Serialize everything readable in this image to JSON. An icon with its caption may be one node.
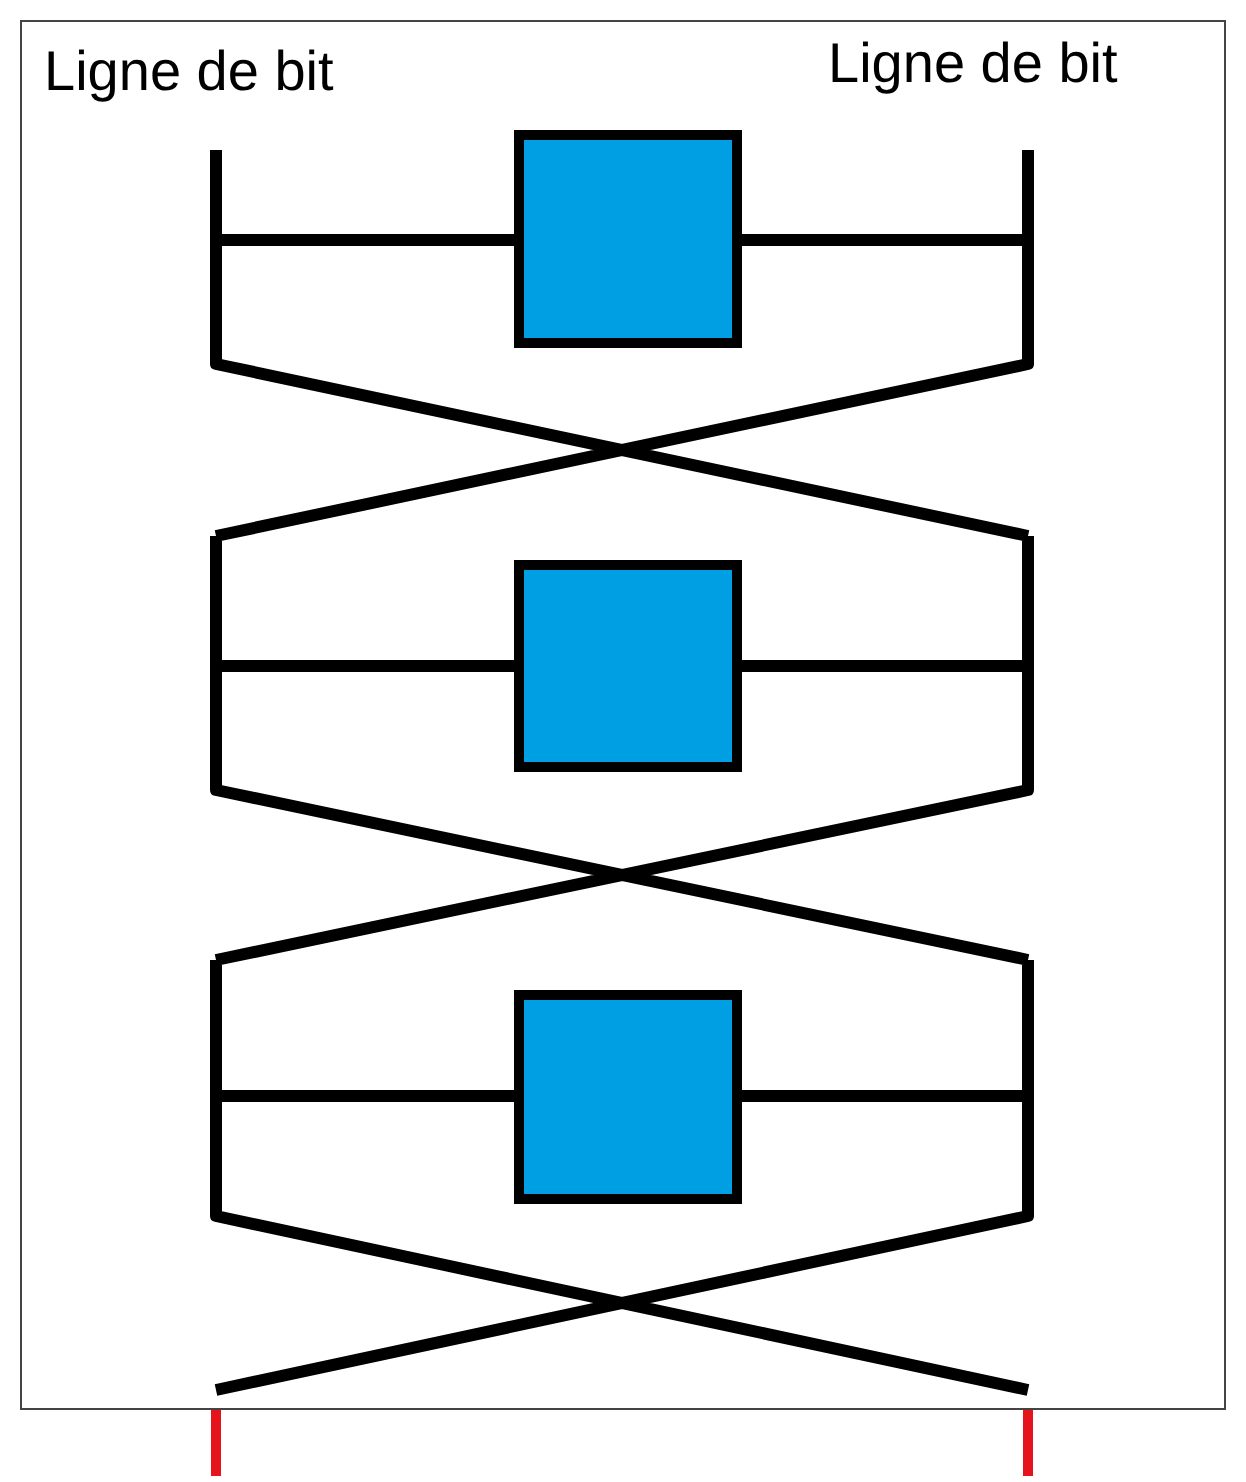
{
  "diagram": {
    "nodes": [
      {
        "text": [],
        "shape": "box"
      },
      {
        "text": [],
        "shape": "box"
      },
      {
        "text": [],
        "shape": "box"
      }
    ],
    "labels": [
      "Ligne de bit",
      "Ligne de bit"
    ]
  }
}
